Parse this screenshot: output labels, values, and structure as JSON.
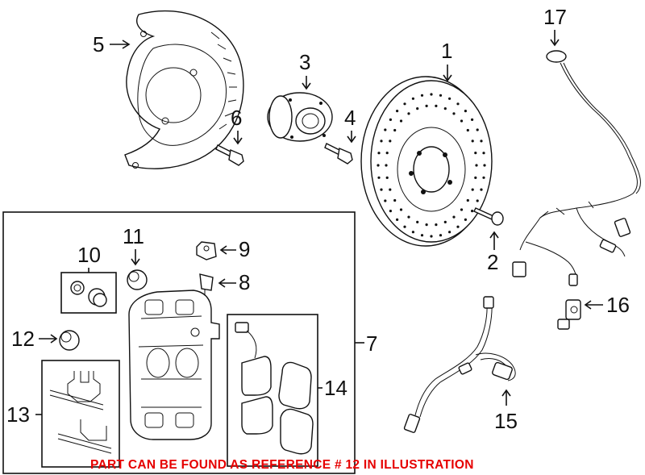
{
  "callouts": {
    "c1": "1",
    "c2": "2",
    "c3": "3",
    "c4": "4",
    "c5": "5",
    "c6": "6",
    "c7": "7",
    "c8": "8",
    "c9": "9",
    "c10": "10",
    "c11": "11",
    "c12": "12",
    "c13": "13",
    "c14": "14",
    "c15": "15",
    "c16": "16",
    "c17": "17"
  },
  "note": "PART CAN BE FOUND AS REFERENCE # 12 IN ILLUSTRATION",
  "colors": {
    "note": "#e60000",
    "lines": "#111111",
    "background": "#ffffff"
  }
}
